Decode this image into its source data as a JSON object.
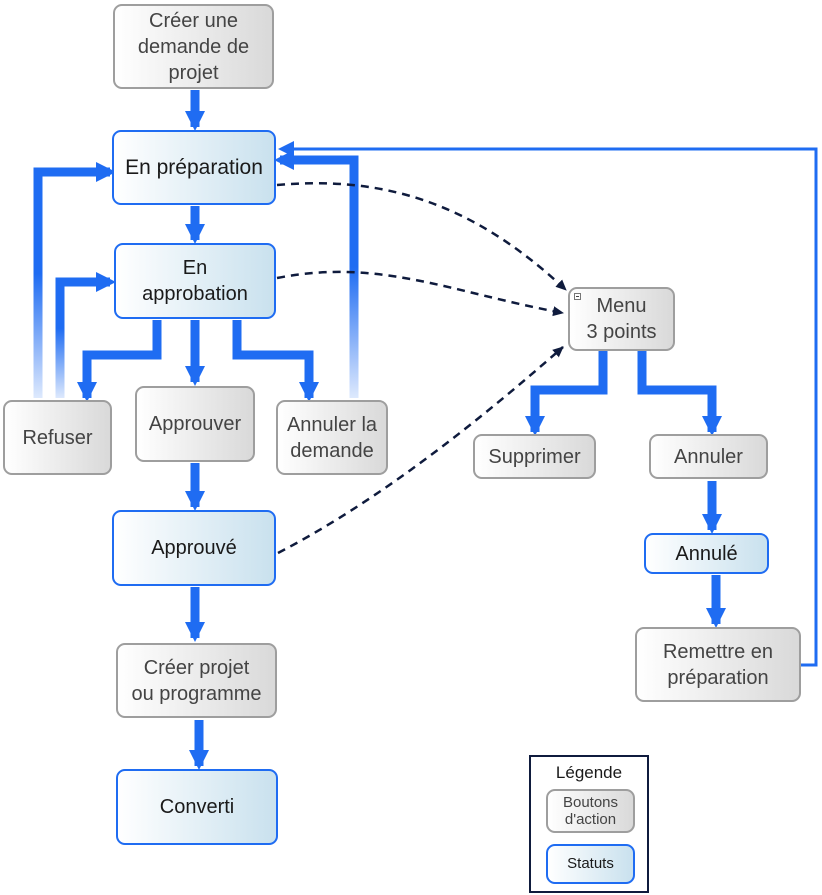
{
  "colors": {
    "flow_arrow": "#1f6cf2",
    "dashed_arrow": "#0f1b3d",
    "action_border": "#9e9e9e",
    "status_border": "#1f6cf2"
  },
  "nodes": {
    "create_request": "Créer une\ndemande de\nprojet",
    "in_preparation": "En préparation",
    "in_approval": "En\napprobation",
    "refuse": "Refuser",
    "approve": "Approuver",
    "cancel_request": "Annuler la\ndemande",
    "approved": "Approuvé",
    "create_project": "Créer projet\nou programme",
    "converted": "Converti",
    "menu": "Menu\n3 points",
    "delete": "Supprimer",
    "cancel": "Annuler",
    "cancelled": "Annulé",
    "reset_preparation": "Remettre en\npréparation"
  },
  "legend": {
    "title": "Légende",
    "action_buttons": "Boutons\nd'action",
    "statuses": "Statuts"
  }
}
